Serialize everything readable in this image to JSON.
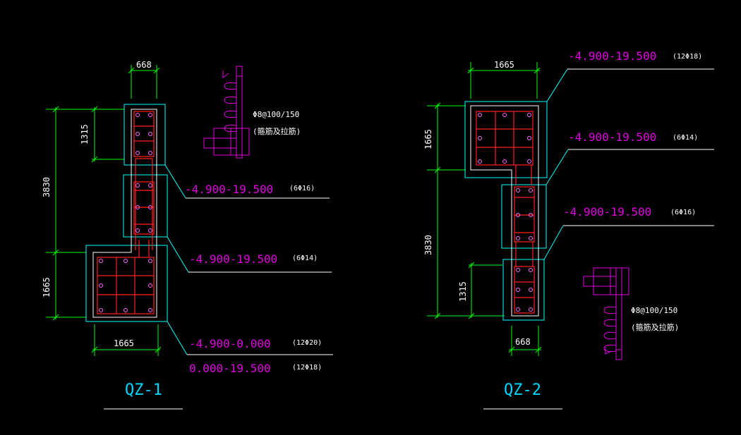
{
  "colors": {
    "background": "#000000",
    "dimension_line": "#00ff00",
    "outline": "#00ffff",
    "rebar": "#ff2020",
    "rebar_node": "#ff66ff",
    "stirrup_detail": "#e000e0",
    "leader": "#ffffff",
    "level_text": "#e000e0",
    "title_text": "#00d8ff"
  },
  "qz1": {
    "title": "QZ-1",
    "dims": {
      "top_width": "668",
      "upper_height": "1315",
      "total_height": "3830",
      "lower_height": "1665",
      "bottom_width": "1665"
    },
    "stirrup_note": "Φ8@100/150",
    "stirrup_note2": "(箍筋及拉筋)",
    "labels": [
      {
        "level": "-4.900-19.500",
        "bars": "(6Φ16)"
      },
      {
        "level": "-4.900-19.500",
        "bars": "(6Φ14)"
      },
      {
        "level": "-4.900-0.000",
        "bars": "(12Φ20)"
      },
      {
        "level": "0.000-19.500",
        "bars": "(12Φ18)"
      }
    ]
  },
  "qz2": {
    "title": "QZ-2",
    "dims": {
      "top_width": "1665",
      "upper_height": "1665",
      "total_height": "3830",
      "lower_height": "1315",
      "bottom_width": "668"
    },
    "stirrup_note": "Φ8@100/150",
    "stirrup_note2": "(箍筋及拉筋)",
    "labels": [
      {
        "level": "-4.900-19.500",
        "bars": "(12Φ18)"
      },
      {
        "level": "-4.900-19.500",
        "bars": "(6Φ14)"
      },
      {
        "level": "-4.900-19.500",
        "bars": "(6Φ16)"
      }
    ]
  }
}
